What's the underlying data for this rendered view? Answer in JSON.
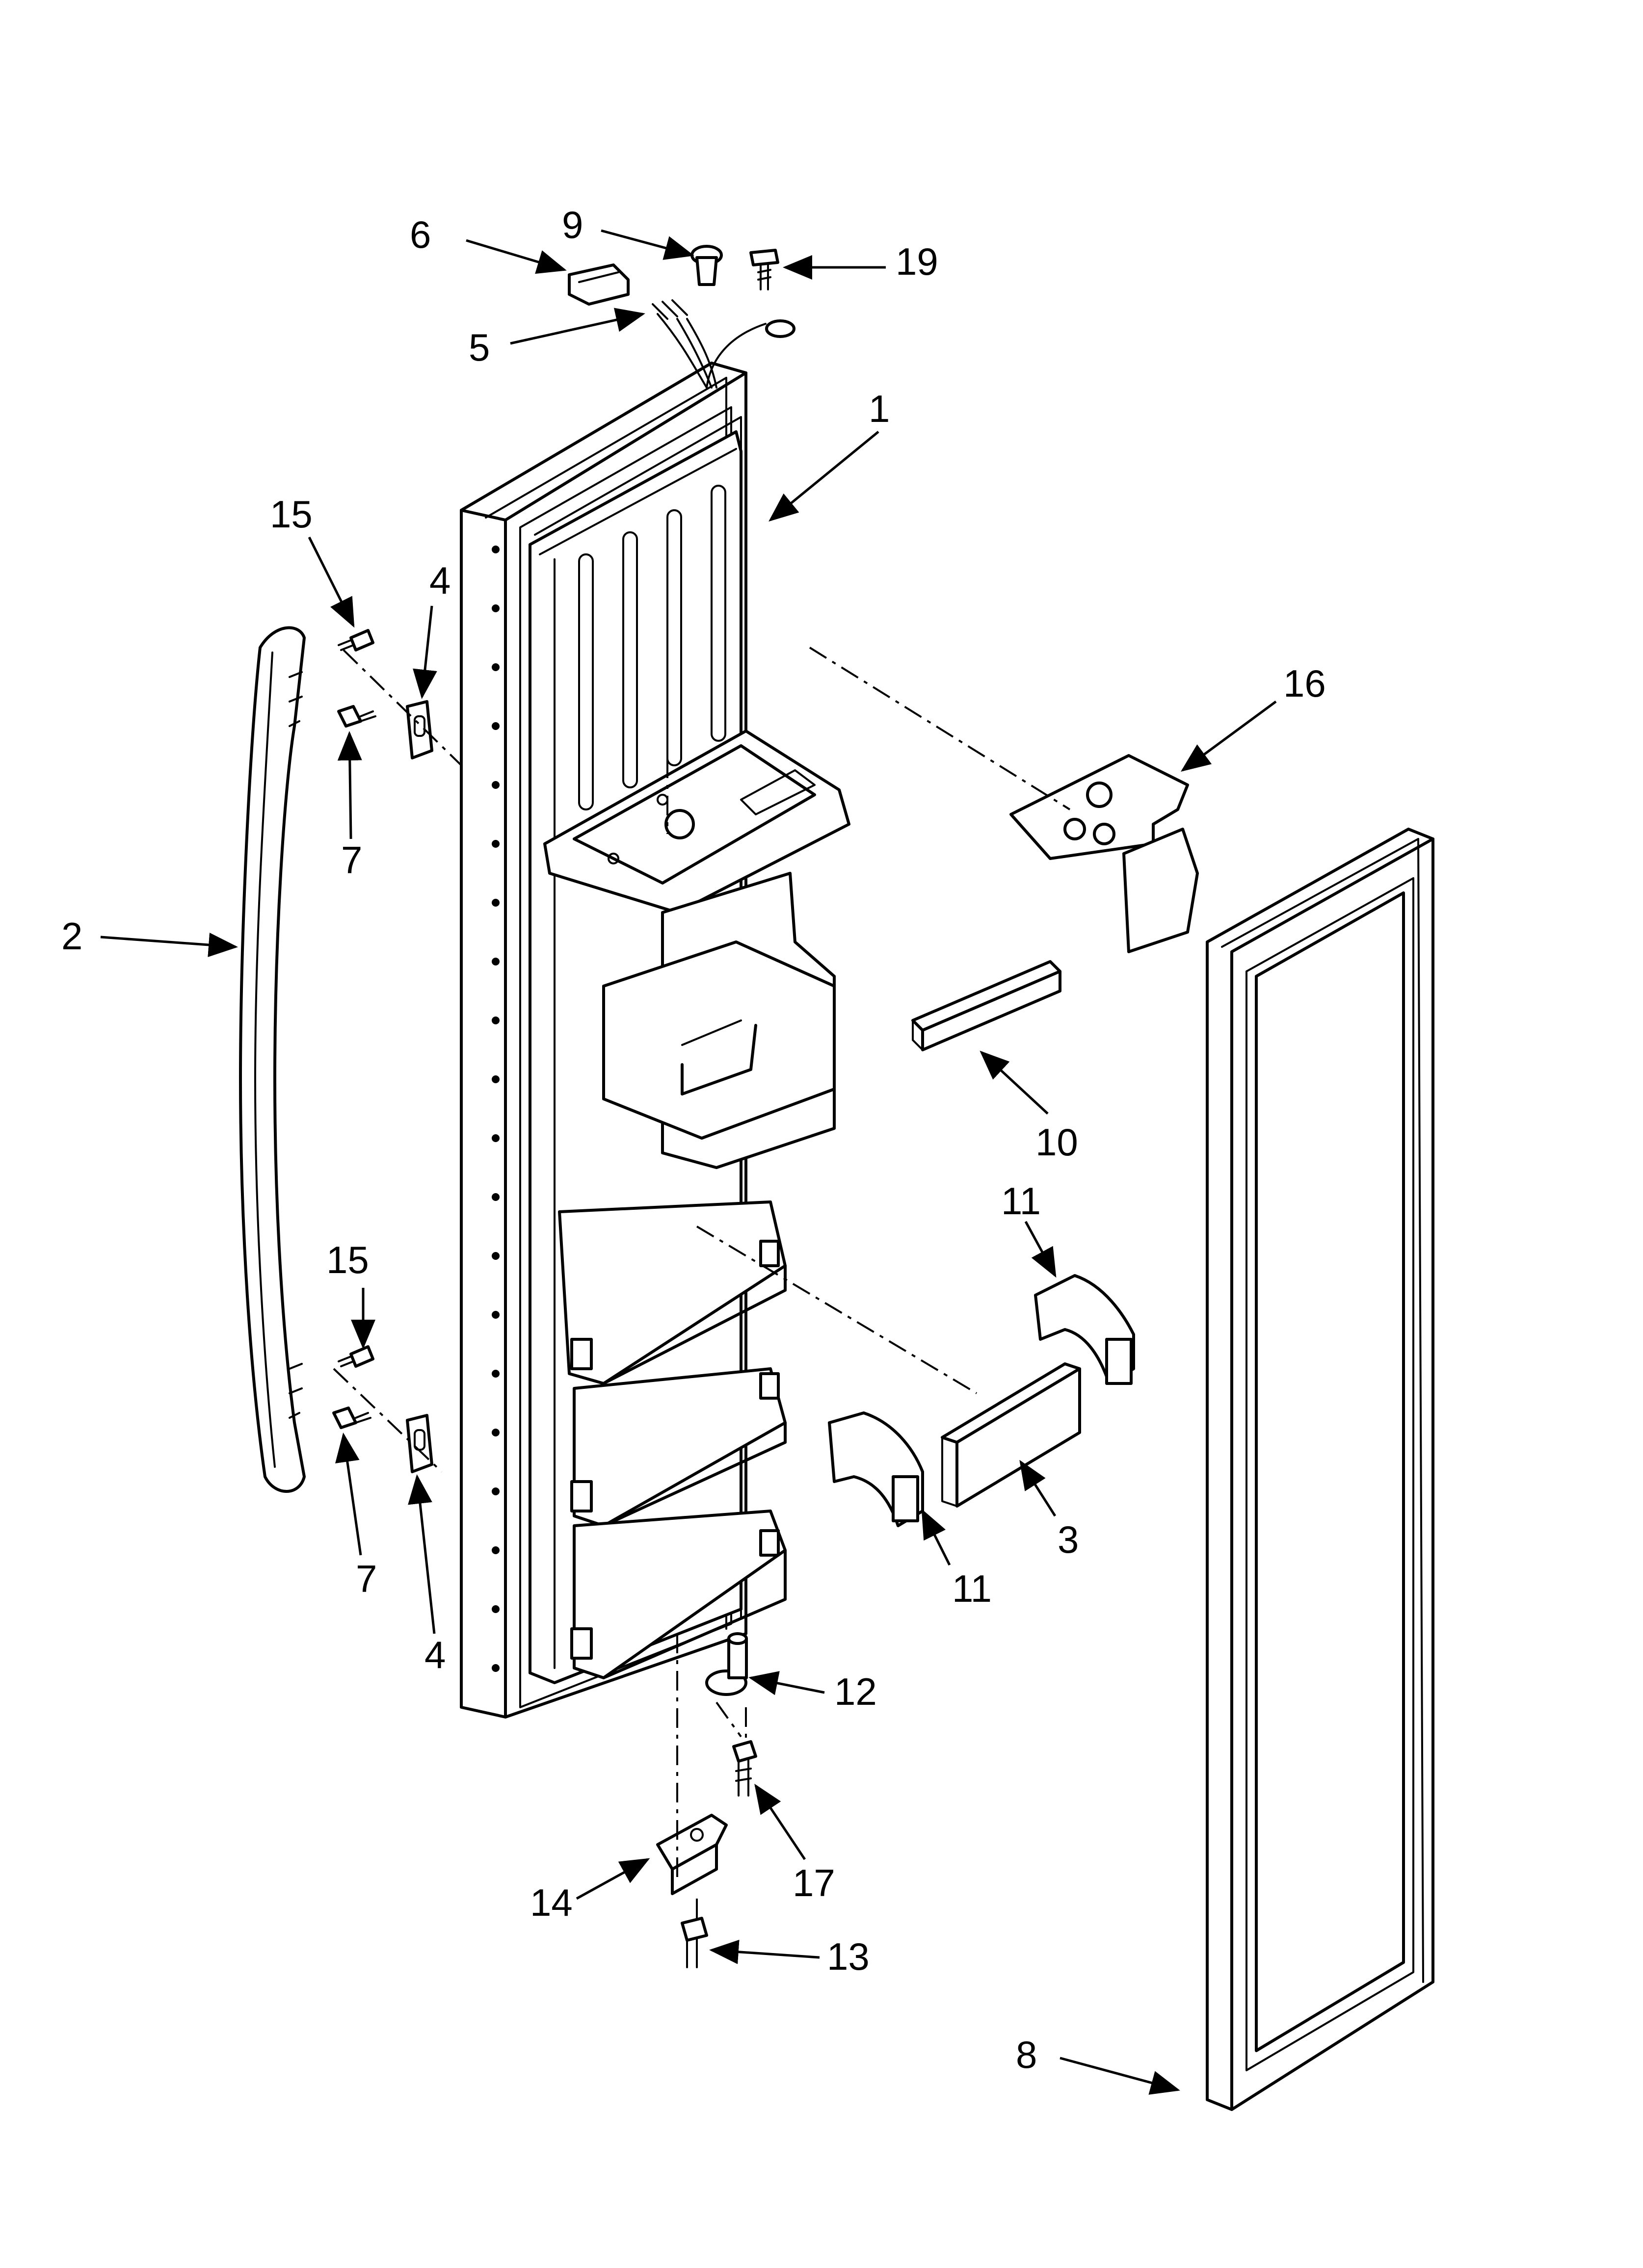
{
  "callouts": [
    {
      "id": "1",
      "text": "1"
    },
    {
      "id": "2",
      "text": "2"
    },
    {
      "id": "3",
      "text": "3"
    },
    {
      "id": "4a",
      "text": "4"
    },
    {
      "id": "4b",
      "text": "4"
    },
    {
      "id": "5",
      "text": "5"
    },
    {
      "id": "6",
      "text": "6"
    },
    {
      "id": "7a",
      "text": "7"
    },
    {
      "id": "7b",
      "text": "7"
    },
    {
      "id": "8",
      "text": "8"
    },
    {
      "id": "9",
      "text": "9"
    },
    {
      "id": "10",
      "text": "10"
    },
    {
      "id": "11a",
      "text": "11"
    },
    {
      "id": "11b",
      "text": "11"
    },
    {
      "id": "12",
      "text": "12"
    },
    {
      "id": "13",
      "text": "13"
    },
    {
      "id": "14",
      "text": "14"
    },
    {
      "id": "15a",
      "text": "15"
    },
    {
      "id": "15b",
      "text": "15"
    },
    {
      "id": "16",
      "text": "16"
    },
    {
      "id": "17",
      "text": "17"
    },
    {
      "id": "19",
      "text": "19"
    }
  ]
}
